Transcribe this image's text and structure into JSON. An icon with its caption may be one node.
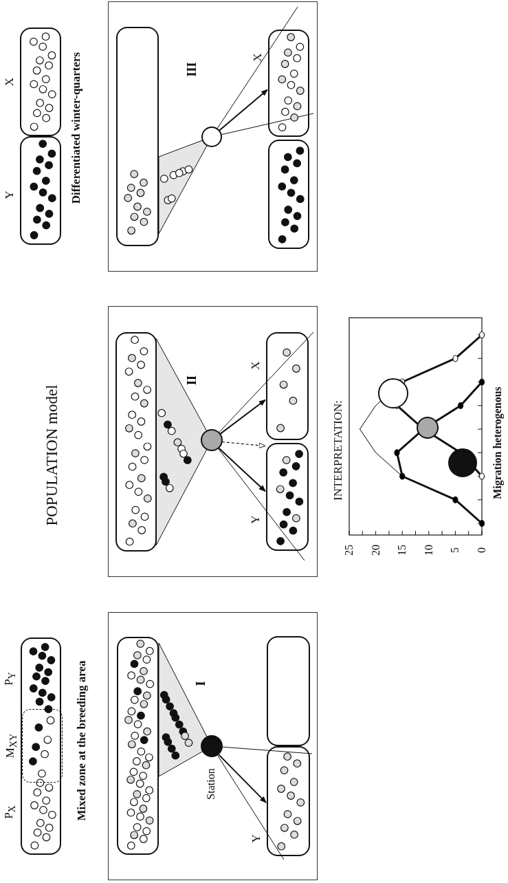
{
  "diagram": {
    "title": "POPULATION model",
    "nodes": [
      {
        "text": [],
        "shape": "box"
      },
      {
        "text": [
          "M$_{XY}$"
        ],
        "in": 0
      },
      {
        "text": [
          "Y"
        ]
      },
      {
        "text": [
          "X"
        ]
      },
      {
        "text": [
          "I"
        ]
      },
      {
        "text": [],
        "shape": "box",
        "in": 4
      },
      {
        "text": [],
        "shape": "circle",
        "in": 4,
        "beside": [
          "Station"
        ]
      },
      {
        "text": [
          "Y"
        ],
        "in": 4
      },
      {
        "text": [],
        "shape": "box",
        "in": 4
      },
      {
        "text": [
          "II"
        ]
      },
      {
        "text": [],
        "shape": "box",
        "in": 9
      },
      {
        "text": [],
        "shape": "circle",
        "in": 9
      },
      {
        "text": [
          "Y"
        ],
        "in": 9
      },
      {
        "text": [
          "X"
        ],
        "in": 9
      },
      {
        "text": [
          "III"
        ]
      },
      {
        "text": [],
        "shape": "box",
        "in": 14
      },
      {
        "text": [],
        "shape": "circle",
        "in": 14
      },
      {
        "text": [],
        "shape": "box",
        "in": 14
      },
      {
        "text": [
          "X"
        ],
        "in": 14
      }
    ],
    "edges": [
      {
        "from": 6,
        "to": 7,
        "arrow": "to"
      },
      {
        "from": 11,
        "to": 12,
        "arrow": "to"
      },
      {
        "from": 11,
        "to": 13,
        "arrow": "to"
      },
      {
        "from": 11,
        "to": 12,
        "arrow": "to",
        "style": "dashed"
      },
      {
        "from": 16,
        "to": 18,
        "arrow": "to"
      }
    ],
    "labels": [
      "P$_{X}$",
      "P$_{Y}$",
      "Mixed zone at the breeding area",
      "Differentiated winter-quarters",
      "INTERPRETATION:",
      "25",
      "20",
      "15",
      "10",
      "5",
      "0",
      "Migration heterogenous"
    ]
  }
}
